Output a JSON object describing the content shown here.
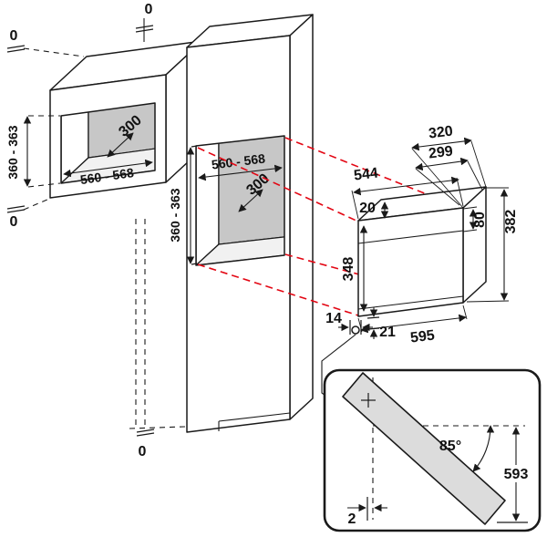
{
  "colors": {
    "line": "#1a1a1a",
    "projection_red": "#e30613",
    "panel_gray": "#c7c7c7",
    "shelf_gray": "#f1f1f1",
    "door_gray": "#dcdcdc"
  },
  "wall_cabinet": {
    "top_clearance": "0",
    "bottom_clearance": "0",
    "niche_depth": "300",
    "niche_width": "560 - 568",
    "niche_height": "360 - 363"
  },
  "column_cabinet": {
    "top_clearance": "0",
    "bottom_clearance": "0",
    "niche_width": "560 - 568",
    "niche_depth": "300",
    "niche_height": "360 - 363"
  },
  "appliance": {
    "depth_with_door": "320",
    "depth_body": "299",
    "body_width": "544",
    "top_offset": "20",
    "control_panel_height": "80",
    "total_height": "382",
    "body_height": "348",
    "foot_offset": "14",
    "bottom_offset": "21",
    "total_width": "595"
  },
  "door_detail": {
    "open_angle": "85°",
    "swing_clearance": "593",
    "front_clearance": "2"
  }
}
